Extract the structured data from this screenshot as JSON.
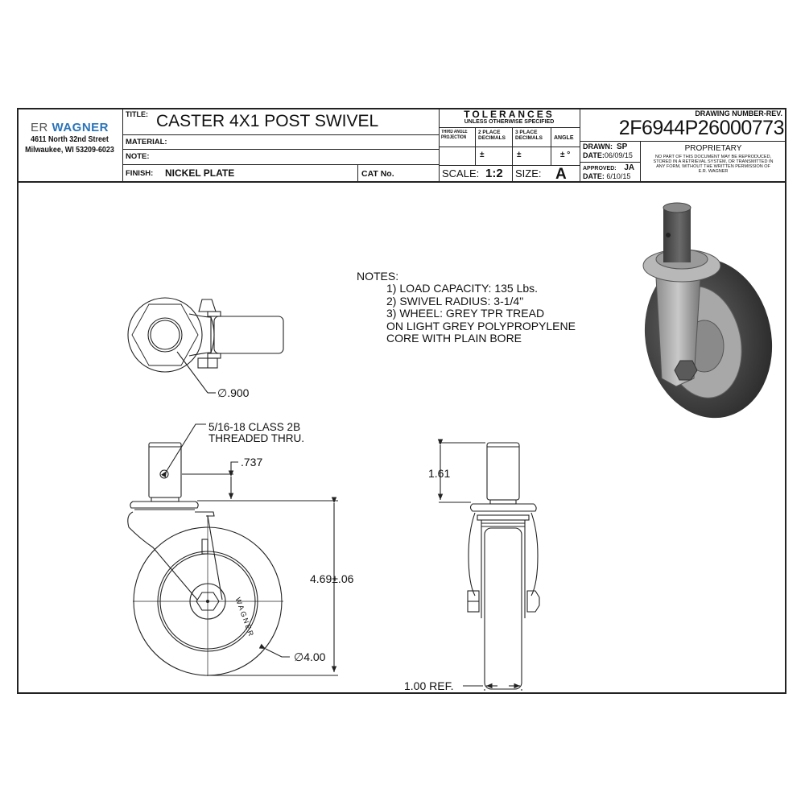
{
  "company": {
    "name_part1": "ER",
    "name_part2": "WAGNER",
    "address_line1": "4611 North 32nd Street",
    "address_line2": "Milwaukee, WI 53209-6023",
    "brand_color": "#2a74b8"
  },
  "title_block": {
    "title_label": "TITLE:",
    "title_value": "CASTER 4X1 POST SWIVEL",
    "material_label": "MATERIAL:",
    "material_value": "",
    "note_label": "NOTE:",
    "note_value": "",
    "finish_label": "FINISH:",
    "finish_value": "NICKEL PLATE",
    "cat_label": "CAT No.",
    "cat_value": ""
  },
  "tolerances": {
    "heading": "TOLERANCES",
    "subheading": "UNLESS OTHERWISE SPECIFIED",
    "col1_line1": "THIRD ANGLE",
    "col1_line2": "PROJECTION",
    "col2_line1": "2 PLACE",
    "col2_line2": "DECIMALS",
    "col3_line1": "3 PLACE",
    "col3_line2": "DECIMALS",
    "col4": "ANGLE",
    "val2": "±",
    "val3": "±",
    "val4": "± °",
    "scale_label": "SCALE:",
    "scale_value": "1:2",
    "size_label": "SIZE:",
    "size_value": "A"
  },
  "drawing": {
    "number_label": "DRAWING NUMBER-REV.",
    "number_value": "2F6944P26000773",
    "drawn_label": "DRAWN:",
    "drawn_value": "SP",
    "drawn_date_label": "DATE:",
    "drawn_date_value": "06/09/15",
    "approved_label": "APPROVED:",
    "approved_value": "JA",
    "approved_date_label": "DATE:",
    "approved_date_value": "6/10/15",
    "proprietary_heading": "PROPRIETARY",
    "proprietary_line1": "NO PART OF THIS DOCUMENT MAY BE REPRODUCED,",
    "proprietary_line2": "STORED IN A RETRIEVAL SYSTEM, OR TRANSMITTED IN",
    "proprietary_line3": "ANY FORM, WITHOUT THE WRITTEN PERMISSION OF",
    "proprietary_line4": "E.R. WAGNER"
  },
  "notes": {
    "heading": "NOTES:",
    "items": [
      "1) LOAD CAPACITY: 135 Lbs.",
      "2) SWIVEL RADIUS: 3-1/4\"",
      "3) WHEEL: GREY TPR TREAD",
      "ON LIGHT GREY POLYPROPYLENE",
      "CORE WITH PLAIN BORE"
    ]
  },
  "dimensions": {
    "post_diameter": "∅.900",
    "thread_line1": "5/16-18 CLASS 2B",
    "thread_line2": "THREADED THRU.",
    "hole_height": ".737",
    "overall_height": "4.69±.06",
    "wheel_diameter": "∅4.00",
    "post_length": "1.61",
    "wheel_width": "1.00 REF.",
    "wheel_marking": "WAGNER"
  },
  "views": {
    "top_view": "top",
    "front_view": "front",
    "side_view": "side",
    "iso_view": "isometric"
  }
}
